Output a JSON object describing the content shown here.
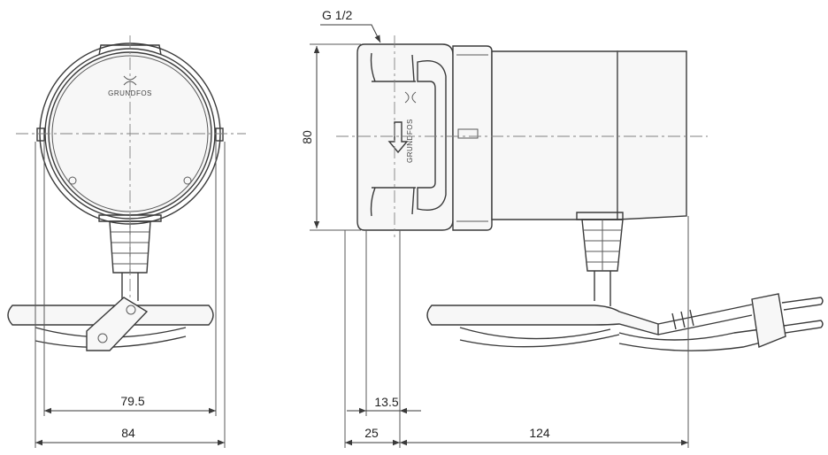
{
  "logo": {
    "brand": "GRUNDFOS"
  },
  "callouts": {
    "thread": "G 1/2"
  },
  "dimensions": {
    "height_80": "80",
    "width_79_5": "79.5",
    "width_84": "84",
    "offset_13_5": "13.5",
    "offset_25": "25",
    "length_124": "124"
  },
  "colors": {
    "line": "#3a3a3a",
    "centerline": "#808080",
    "background": "#ffffff"
  }
}
